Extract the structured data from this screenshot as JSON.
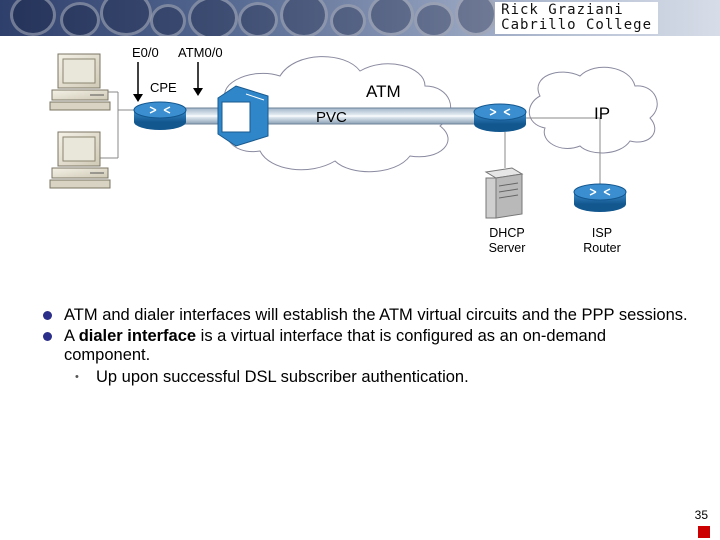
{
  "header": {
    "line1": "Rick Graziani",
    "line2": "Cabrillo College"
  },
  "diagram": {
    "labels": {
      "e0": "E0/0",
      "atm00": "ATM0/0",
      "cpe": "CPE",
      "atm_cloud": "ATM",
      "pvc": "PVC",
      "ip_cloud": "IP",
      "dhcp_line1": "DHCP",
      "dhcp_line2": "Server",
      "isp_line1": "ISP",
      "isp_line2": "Router"
    }
  },
  "bullets": {
    "b1": "ATM and dialer interfaces will establish the ATM virtual circuits and the PPP sessions.",
    "b2_prefix": "A ",
    "b2_keyword": "dialer interface",
    "b2_rest": " is a virtual interface that is configured as an on-demand component.",
    "sub1": "Up upon successful DSL subscriber authentication.",
    "sub1_marker": "•"
  },
  "footer": {
    "page_number": "35"
  }
}
